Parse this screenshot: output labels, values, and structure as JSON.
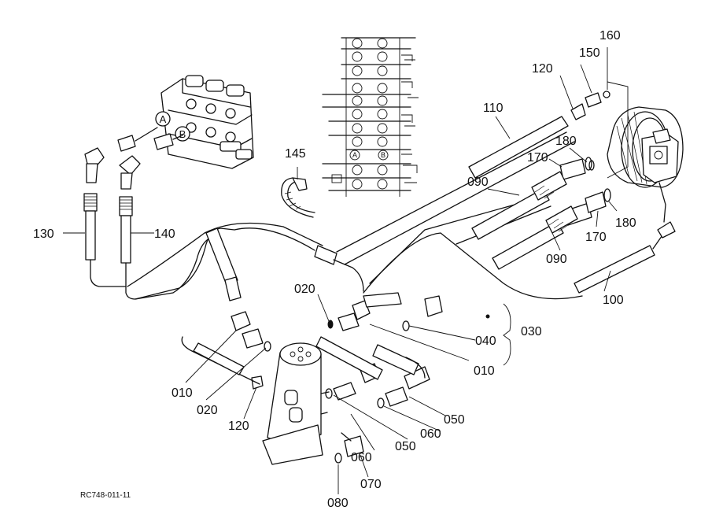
{
  "ref_code": "RC748-011-11",
  "ports": {
    "a": "A",
    "b": "B"
  },
  "labels": {
    "p160": "160",
    "p150": "150",
    "p120a": "120",
    "p110": "110",
    "p180a": "180",
    "p170a": "170",
    "p090a": "090",
    "p180b": "180",
    "p170b": "170",
    "p090b": "090",
    "p100": "100",
    "p145": "145",
    "p130": "130",
    "p140": "140",
    "p020a": "020",
    "p040": "040",
    "p030": "030",
    "p010a": "010",
    "p010b": "010",
    "p020b": "020",
    "p120b": "120",
    "p050a": "050",
    "p060a": "060",
    "p050b": "050",
    "p060b": "060",
    "p070": "070",
    "p080": "080"
  }
}
